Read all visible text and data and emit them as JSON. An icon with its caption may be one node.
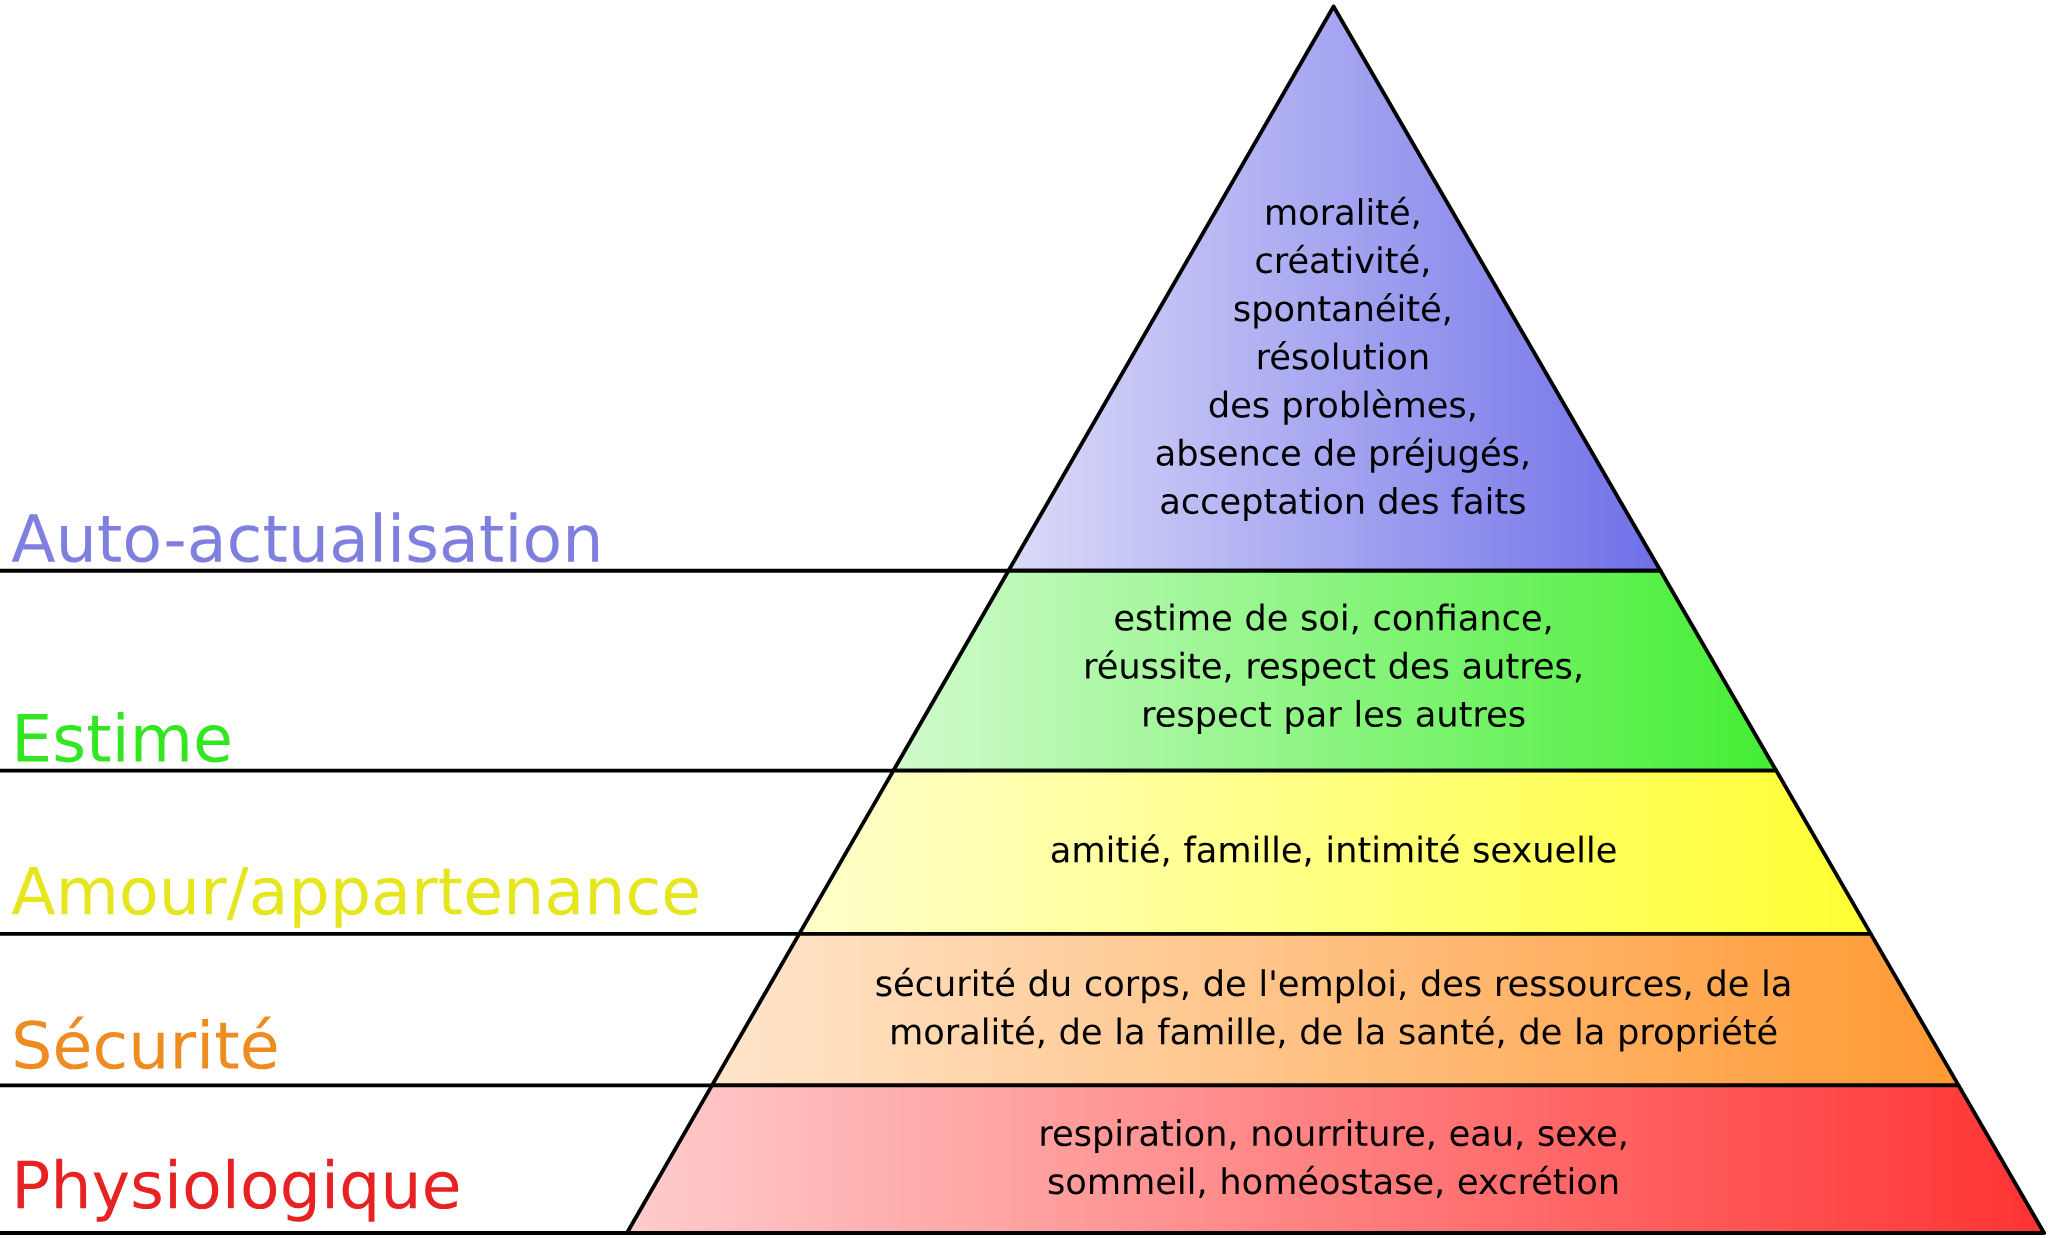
{
  "diagram": {
    "nodes": [
      {
        "text": [
          "moralité, créativité, spontanéité, résolution des problèmes, absence de préjugés, acceptation des faits"
        ]
      },
      {
        "text": [
          "estime de soi, confiance, réussite, respect des autres, respect par les autres"
        ]
      },
      {
        "text": [
          "amitié, famille, intimité sexuelle"
        ]
      },
      {
        "text": [
          "sécurité du corps, de l'emploi, des ressources, de la moralité, de la famille, de la santé, de la propriété"
        ]
      },
      {
        "text": [
          "respiration, nourriture, eau, sexe, sommeil, homéostase, excrétion"
        ]
      }
    ],
    "labels": [
      "Auto-actualisation",
      "Estime",
      "Amour/appartenance",
      "Sécurité",
      "Physiologique"
    ]
  }
}
